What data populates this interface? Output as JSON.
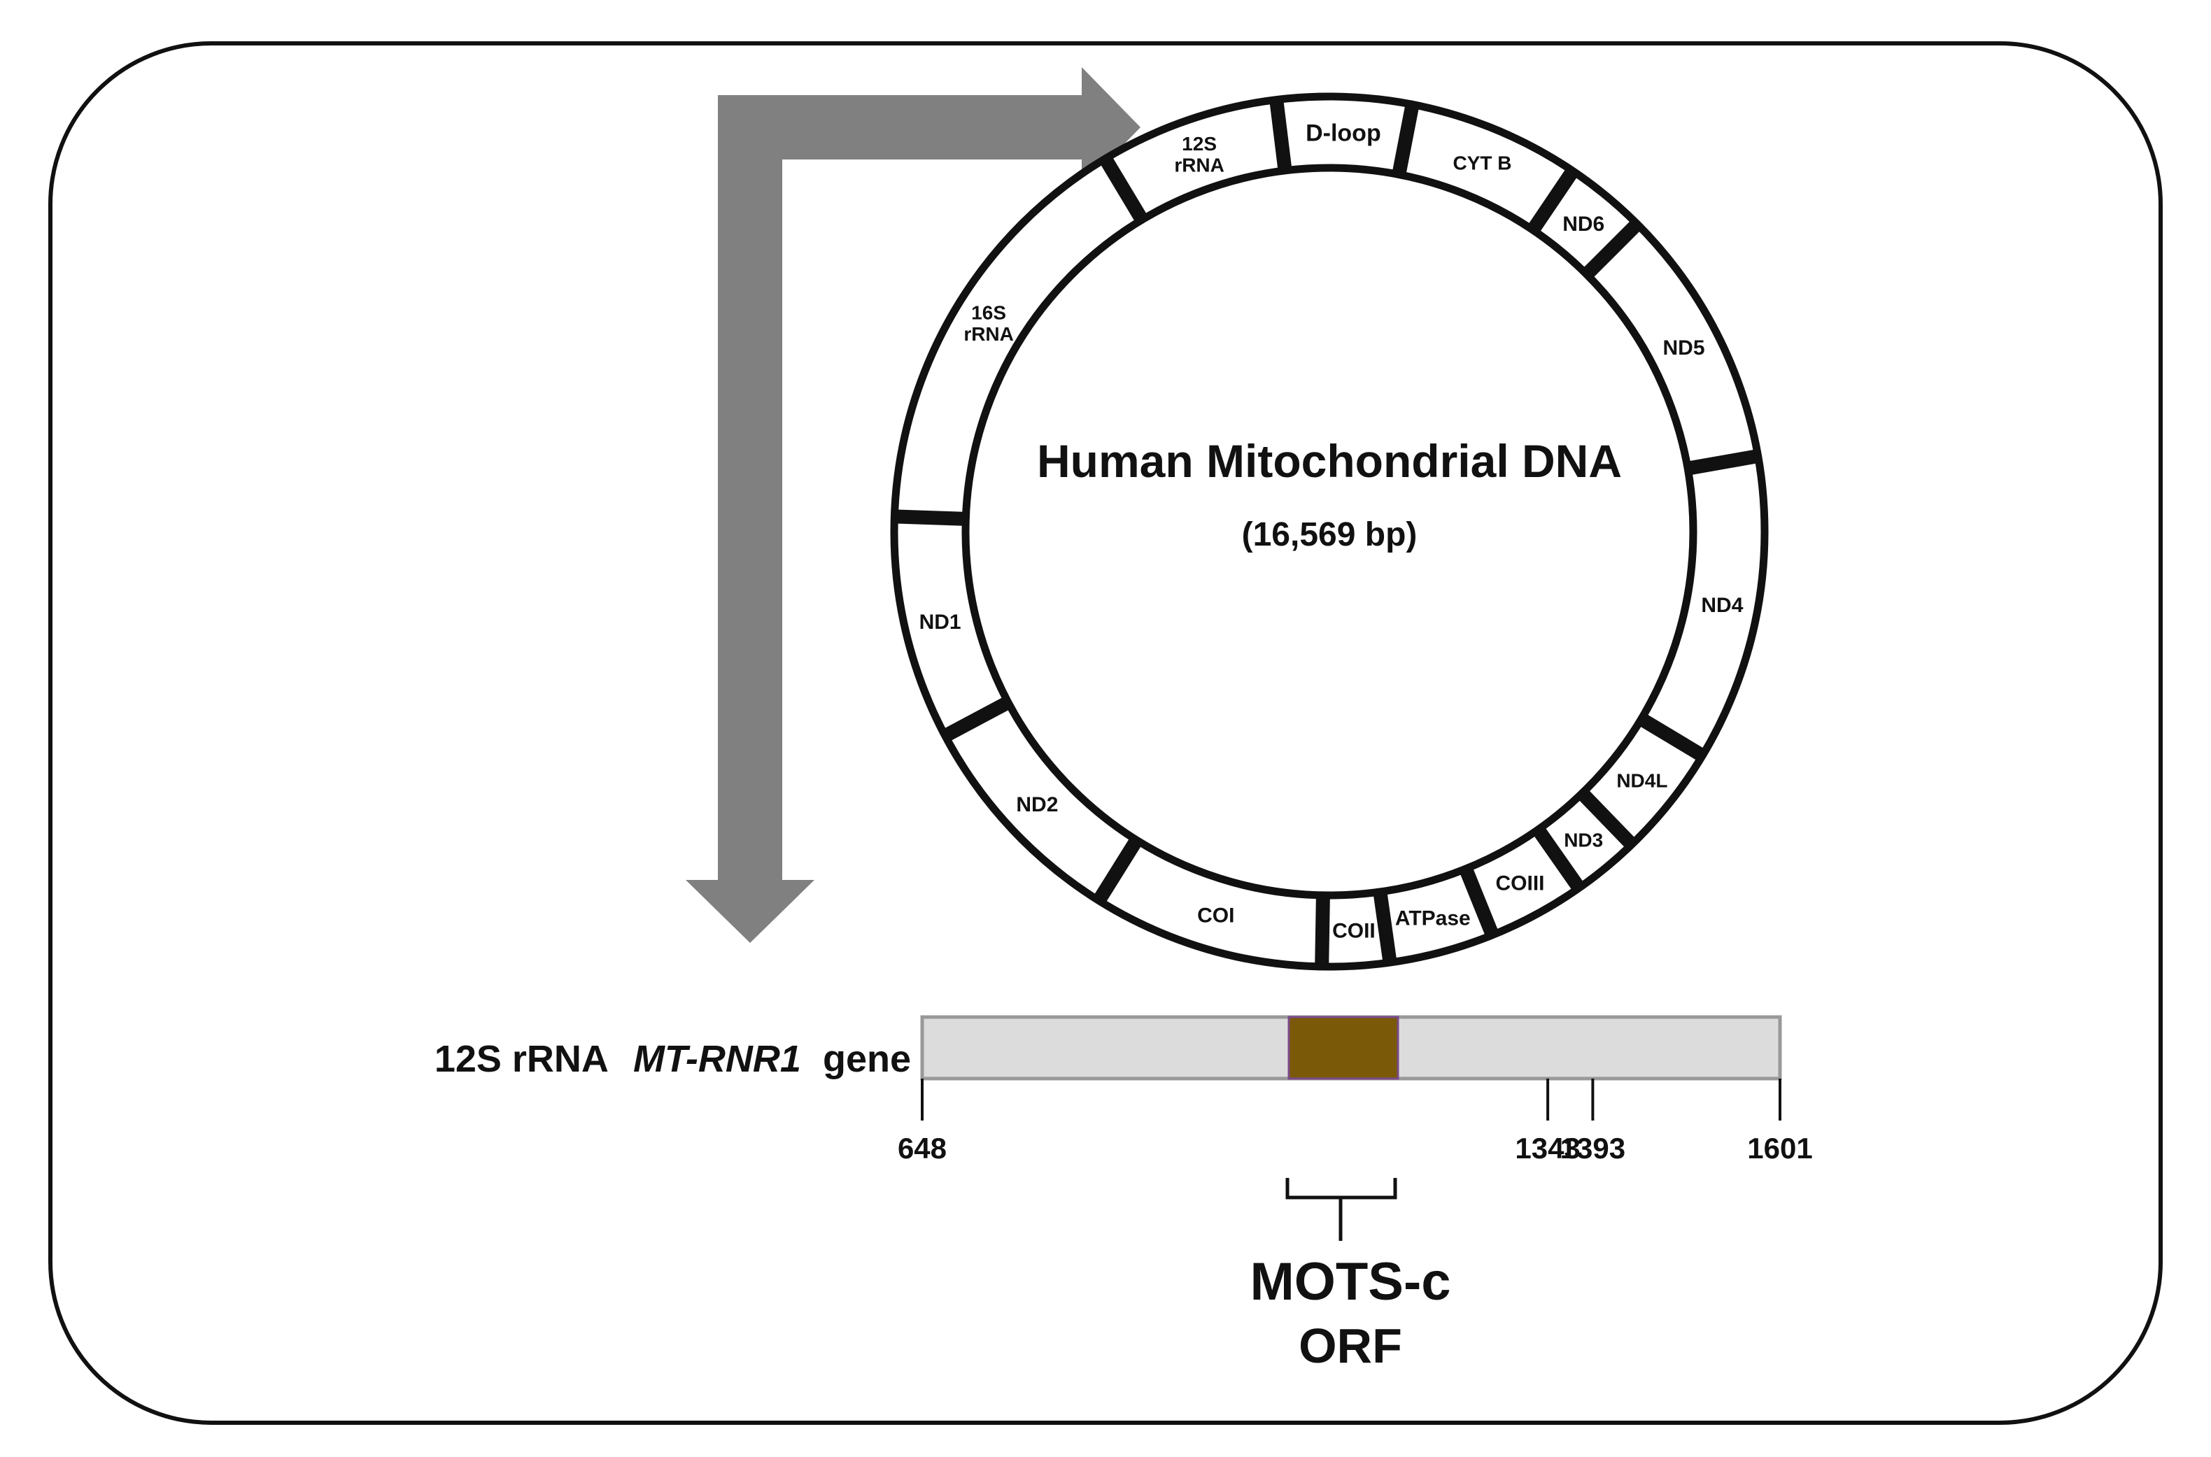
{
  "diagram": {
    "title": "Human Mitochondrial DNA",
    "subtitle": "(16,569 bp)",
    "segments": [
      {
        "lines": [
          "12S",
          "rRNA"
        ],
        "key": "12s-rrna"
      },
      {
        "lines": [
          "D-loop"
        ],
        "key": "d-loop"
      },
      {
        "lines": [
          "CYT B"
        ],
        "key": "cyt-b"
      },
      {
        "lines": [
          "ND6"
        ],
        "key": "nd6"
      },
      {
        "lines": [
          "ND5"
        ],
        "key": "nd5"
      },
      {
        "lines": [
          "ND4"
        ],
        "key": "nd4"
      },
      {
        "lines": [
          "ND4L"
        ],
        "key": "nd4l"
      },
      {
        "lines": [
          "ND3"
        ],
        "key": "nd3"
      },
      {
        "lines": [
          "COIII"
        ],
        "key": "coiii"
      },
      {
        "lines": [
          "ATPase"
        ],
        "key": "atpase"
      },
      {
        "lines": [
          "COII"
        ],
        "key": "coii"
      },
      {
        "lines": [
          "COI"
        ],
        "key": "coi"
      },
      {
        "lines": [
          "ND2"
        ],
        "key": "nd2"
      },
      {
        "lines": [
          "ND1"
        ],
        "key": "nd1"
      },
      {
        "lines": [
          "16S",
          "rRNA"
        ],
        "key": "16s-rrna"
      }
    ],
    "gene": {
      "label_prefix": "12S rRNA",
      "label_italic": "MT-RNR1",
      "label_suffix": "gene",
      "start": 648,
      "end": 1601,
      "start_label": "648",
      "end_label": "1601",
      "orf_start": 1343,
      "orf_end": 1393,
      "orf_start_label": "1343",
      "orf_end_label": "1393",
      "orf_name": "MOTS-c",
      "orf_suffix": "ORF"
    },
    "colors": {
      "orf_fill": "#7a5a08",
      "orf_name": "#1e8a1e",
      "arrow": "#808080",
      "gene_bar": "#dcdcdc",
      "gene_bar_border": "#999999"
    }
  }
}
